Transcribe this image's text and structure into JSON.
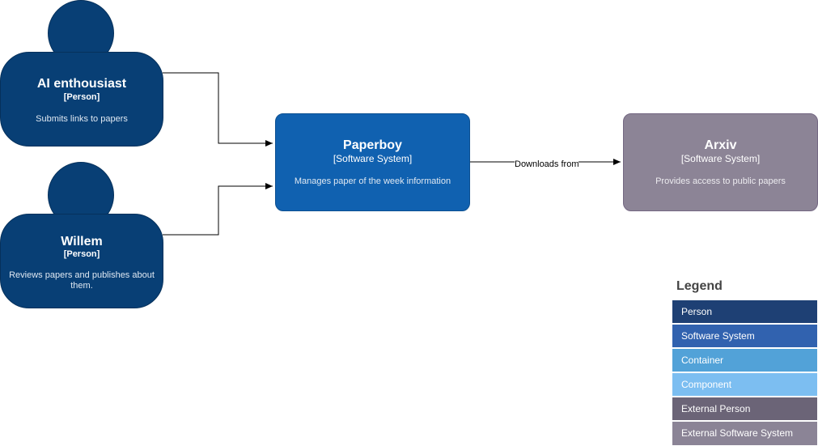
{
  "persons": [
    {
      "name": "AI enthousiast",
      "type": "[Person]",
      "description": "Submits links to papers"
    },
    {
      "name": "Willem",
      "type": "[Person]",
      "description": "Reviews papers and publishes about them."
    }
  ],
  "systems": [
    {
      "name": "Paperboy",
      "type": "[Software System]",
      "description": "Manages paper of the week information"
    },
    {
      "name": "Arxiv",
      "type": "[Software System]",
      "description": "Provides access to public papers"
    }
  ],
  "relationships": [
    {
      "label": "Downloads from"
    }
  ],
  "legend": {
    "title": "Legend",
    "items": [
      {
        "label": "Person",
        "color": "#1E4074"
      },
      {
        "label": "Software System",
        "color": "#3162AF"
      },
      {
        "label": "Container",
        "color": "#52A2D8"
      },
      {
        "label": "Component",
        "color": "#7CBEF1"
      },
      {
        "label": "External Person",
        "color": "#6B6477"
      },
      {
        "label": "External Software System",
        "color": "#8B8496"
      }
    ]
  }
}
